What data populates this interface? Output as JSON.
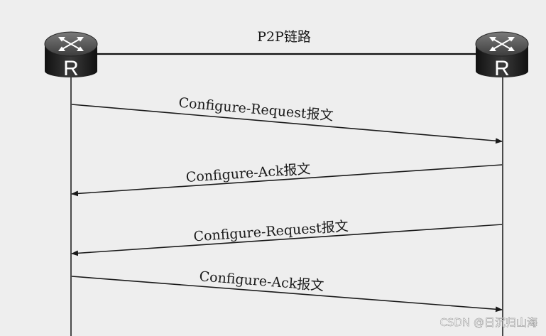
{
  "link_label": "P2P链路",
  "routers": [
    {
      "label": "R"
    },
    {
      "label": "R"
    }
  ],
  "messages": [
    {
      "label": "Configure-Request报文",
      "direction": "left-to-right"
    },
    {
      "label": "Configure-Ack报文",
      "direction": "right-to-left"
    },
    {
      "label": "Configure-Request报文",
      "direction": "right-to-left"
    },
    {
      "label": "Configure-Ack报文",
      "direction": "left-to-right"
    }
  ],
  "watermark": "CSDN @日沉归山海"
}
